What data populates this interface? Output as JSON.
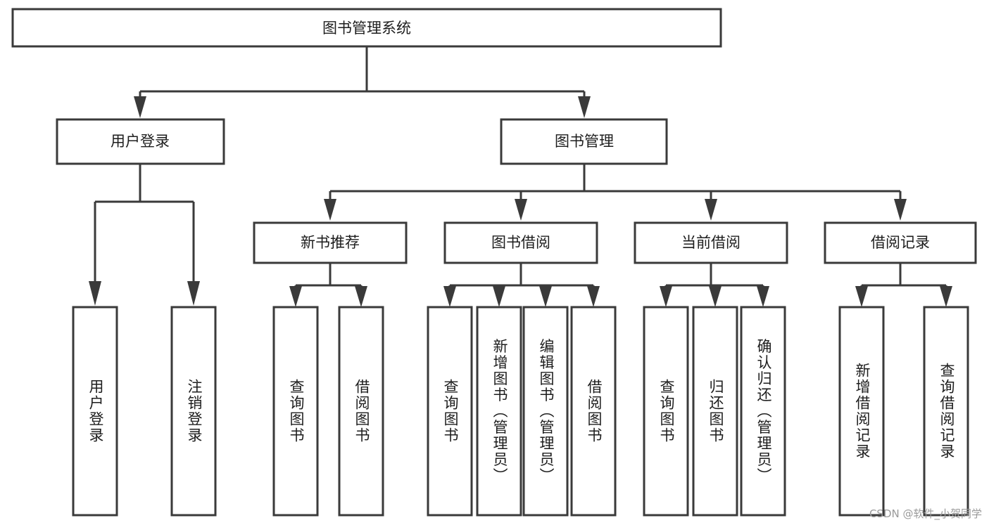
{
  "diagram": {
    "title": "图书管理系统",
    "type": "tree-hierarchy-diagram",
    "colors": {
      "background": "#ffffff",
      "box_fill": "#ffffff",
      "box_stroke": "#3a3a3a",
      "connector": "#3a3a3a",
      "text": "#1d1d1d",
      "watermark": "#9a9a9a"
    },
    "root": {
      "label": "图书管理系统",
      "orientation": "horizontal"
    },
    "level2": [
      {
        "label": "用户登录",
        "orientation": "horizontal"
      },
      {
        "label": "图书管理",
        "orientation": "horizontal"
      }
    ],
    "level3": [
      {
        "label": "新书推荐",
        "orientation": "horizontal"
      },
      {
        "label": "图书借阅",
        "orientation": "horizontal"
      },
      {
        "label": "当前借阅",
        "orientation": "horizontal"
      },
      {
        "label": "借阅记录",
        "orientation": "horizontal"
      }
    ],
    "leaves": {
      "user_login": [
        {
          "label": "用户登录",
          "orientation": "vertical"
        },
        {
          "label": "注销登录",
          "orientation": "vertical"
        }
      ],
      "new_book_recommend": [
        {
          "label": "查询图书",
          "orientation": "vertical"
        },
        {
          "label": "借阅图书",
          "orientation": "vertical"
        }
      ],
      "book_borrow": [
        {
          "label": "查询图书",
          "orientation": "vertical"
        },
        {
          "label": "新增图书（管理员）",
          "orientation": "vertical"
        },
        {
          "label": "编辑图书（管理员）",
          "orientation": "vertical"
        },
        {
          "label": "借阅图书",
          "orientation": "vertical"
        }
      ],
      "current_borrow": [
        {
          "label": "查询图书",
          "orientation": "vertical"
        },
        {
          "label": "归还图书",
          "orientation": "vertical"
        },
        {
          "label": "确认归还（管理员）",
          "orientation": "vertical"
        }
      ],
      "borrow_record": [
        {
          "label": "新增借阅记录",
          "orientation": "vertical"
        },
        {
          "label": "查询借阅记录",
          "orientation": "vertical"
        }
      ]
    }
  },
  "watermark": {
    "text": "CSDN @软件_小贺同学"
  }
}
